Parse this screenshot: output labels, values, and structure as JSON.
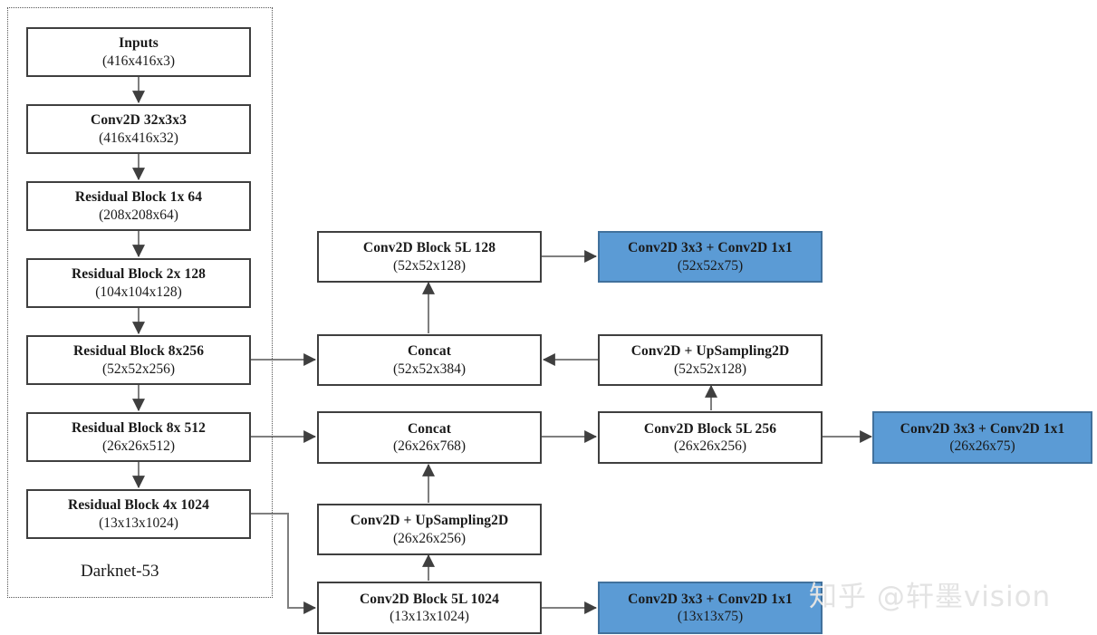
{
  "diagram": {
    "title_label": "Darknet-53",
    "watermark": "知乎 @轩墨vision",
    "colors": {
      "output_fill": "#5b9bd5",
      "output_border": "#41719c",
      "node_border": "#3f3f3f",
      "connector": "#7f7f7f",
      "group_border": "#555555",
      "watermark_text": "#e3e3e3"
    }
  },
  "nodes": {
    "inputs": {
      "title": "Inputs",
      "shape": "(416x416x3)"
    },
    "conv32": {
      "title": "Conv2D 32x3x3",
      "shape": "(416x416x32)"
    },
    "res1": {
      "title": "Residual Block 1x 64",
      "shape": "(208x208x64)"
    },
    "res2": {
      "title": "Residual Block 2x 128",
      "shape": "(104x104x128)"
    },
    "res8a": {
      "title": "Residual Block 8x256",
      "shape": "(52x52x256)"
    },
    "res8b": {
      "title": "Residual Block 8x 512",
      "shape": "(26x26x512)"
    },
    "res4": {
      "title": "Residual Block 4x 1024",
      "shape": "(13x13x1024)"
    },
    "block5l128": {
      "title": "Conv2D Block 5L 128",
      "shape": "(52x52x128)"
    },
    "concat52": {
      "title": "Concat",
      "shape": "(52x52x384)"
    },
    "concat26": {
      "title": "Concat",
      "shape": "(26x26x768)"
    },
    "up52": {
      "title": "Conv2D + UpSampling2D",
      "shape": "(52x52x128)"
    },
    "up26": {
      "title": "Conv2D + UpSampling2D",
      "shape": "(26x26x256)"
    },
    "block5l256": {
      "title": "Conv2D Block 5L 256",
      "shape": "(26x26x256)"
    },
    "block5l1024": {
      "title": "Conv2D Block 5L 1024",
      "shape": "(13x13x1024)"
    },
    "out52": {
      "title": "Conv2D 3x3 + Conv2D 1x1",
      "shape": "(52x52x75)"
    },
    "out26": {
      "title": "Conv2D 3x3 + Conv2D 1x1",
      "shape": "(26x26x75)"
    },
    "out13": {
      "title": "Conv2D 3x3 + Conv2D 1x1",
      "shape": "(13x13x75)"
    }
  }
}
